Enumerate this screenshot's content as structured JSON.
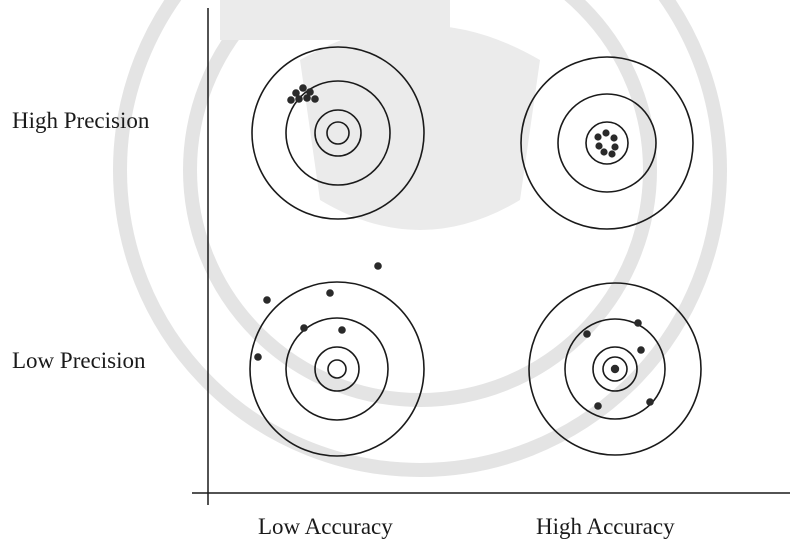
{
  "labels": {
    "rows": [
      "High Precision",
      "Low Precision"
    ],
    "cols": [
      "Low Accuracy",
      "High Accuracy"
    ]
  },
  "colors": {
    "ink": "#1a1a1a",
    "watermark": "#e6e6e6"
  },
  "targets": [
    {
      "id": "high-precision-low-accuracy",
      "precision": "high",
      "accuracy": "low"
    },
    {
      "id": "high-precision-high-accuracy",
      "precision": "high",
      "accuracy": "high"
    },
    {
      "id": "low-precision-low-accuracy",
      "precision": "low",
      "accuracy": "low"
    },
    {
      "id": "low-precision-high-accuracy",
      "precision": "low",
      "accuracy": "high"
    }
  ]
}
